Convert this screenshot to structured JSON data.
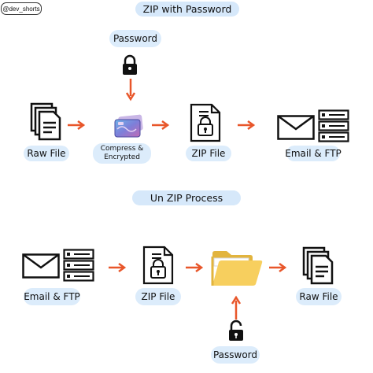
{
  "watermark": "@dev_shorts",
  "zip_section": {
    "title": "ZIP with Password",
    "password_label": "Password",
    "raw_file_label": "Raw File",
    "compress_label": "Compress & Encrypted",
    "zip_file_label": "ZIP File",
    "email_ftp_label": "Email & FTP"
  },
  "unzip_section": {
    "title": "Un ZIP Process",
    "email_ftp_label": "Email & FTP",
    "zip_file_label": "ZIP File",
    "raw_file_label": "Raw File",
    "password_label": "Password"
  },
  "colors": {
    "label_bg": "#dcecfb",
    "arrow": "#e8562a",
    "folder": "#f7cf5e",
    "icon_stroke": "#111111"
  },
  "icons": [
    "lock-icon",
    "documents-icon",
    "card-icon",
    "zip-file-icon",
    "envelope-icon",
    "server-icon",
    "folder-icon",
    "unlock-icon"
  ]
}
